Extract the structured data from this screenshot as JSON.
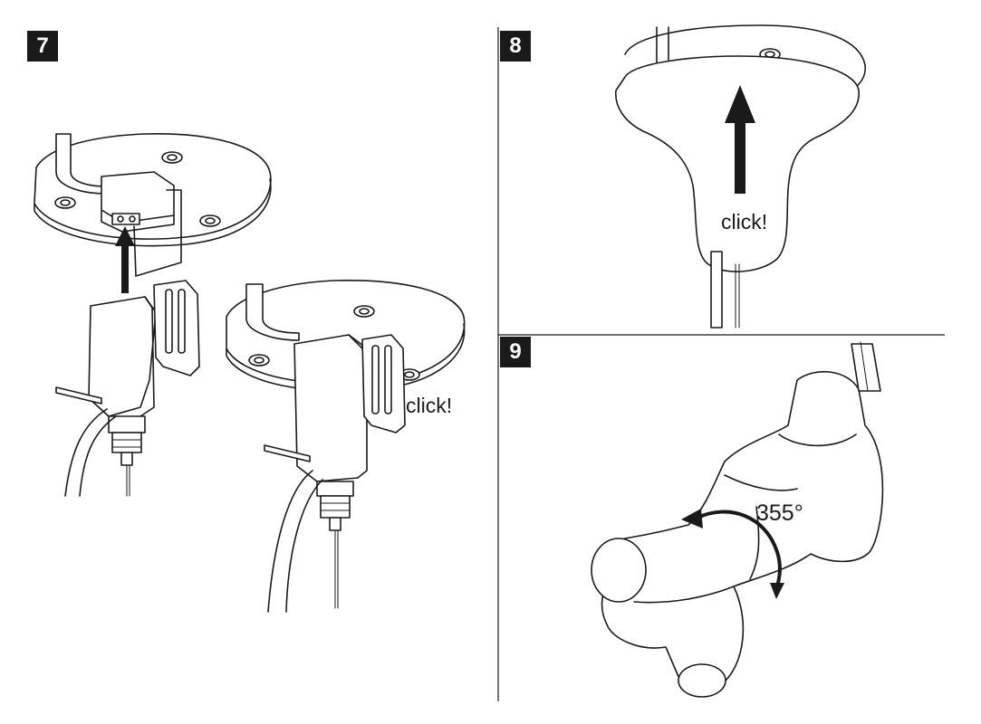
{
  "steps": {
    "step7": {
      "number": "7",
      "caption": "click!"
    },
    "step8": {
      "number": "8",
      "caption": "click!"
    },
    "step9": {
      "number": "9",
      "caption": "355°"
    }
  },
  "colors": {
    "ink": "#1a1a1a",
    "background": "#ffffff"
  },
  "icons": {
    "step7_push": "up-arrow-icon",
    "step8_push": "up-arrow-icon",
    "step9_rotate": "rotation-arrow-icon"
  }
}
